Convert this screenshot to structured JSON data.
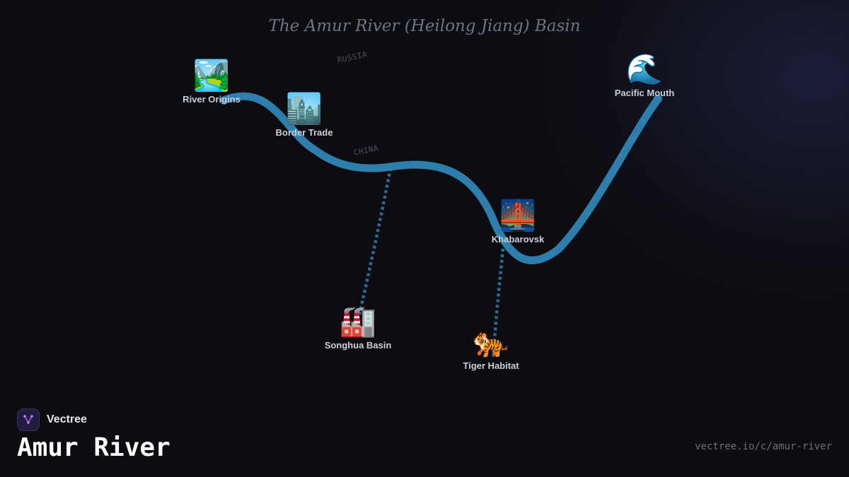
{
  "title": "The Amur River (Heilong Jiang) Basin",
  "regions": {
    "russia": "RUSSIA",
    "china": "CHINA"
  },
  "nodes": {
    "river_origins": {
      "label": "River Origins",
      "icon": "🏞️"
    },
    "border_trade": {
      "label": "Border Trade",
      "icon": "🏙️"
    },
    "khabarovsk": {
      "label": "Khabarovsk",
      "icon": "🌉"
    },
    "pacific_mouth": {
      "label": "Pacific Mouth",
      "icon": "🌊"
    },
    "songhua_basin": {
      "label": "Songhua Basin",
      "icon": "🏭"
    },
    "tiger_habitat": {
      "label": "Tiger Habitat",
      "icon": "🐅"
    }
  },
  "colors": {
    "river": "#2e7ead",
    "tributary": "#2a6d93",
    "background": "#0d0d11",
    "logo_accent": "#a855f7"
  },
  "brand": {
    "name": "Vectree",
    "logo_icon": "vectree-logo-icon"
  },
  "footer": {
    "heading": "Amur River",
    "url": "vectree.io/c/amur-river"
  }
}
